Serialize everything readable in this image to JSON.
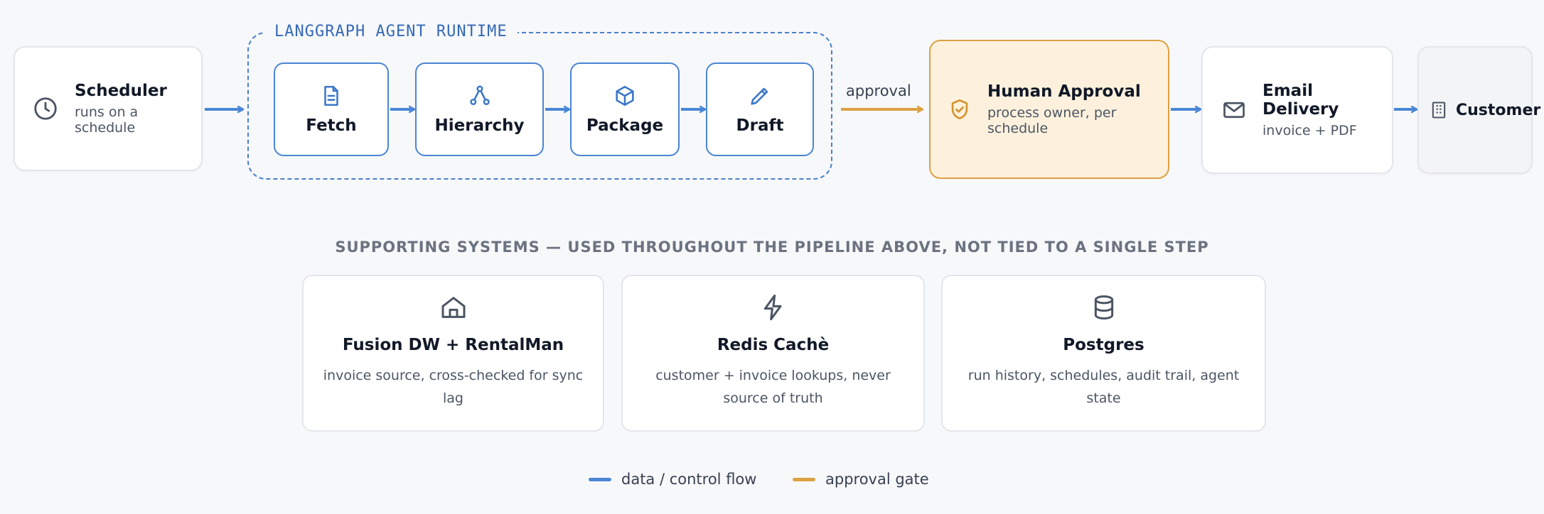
{
  "pipeline": {
    "scheduler": {
      "title": "Scheduler",
      "subtitle": "runs on a schedule",
      "icon": "clock-icon"
    },
    "runtime": {
      "label": "LANGGRAPH AGENT RUNTIME",
      "steps": [
        {
          "label": "Fetch",
          "icon": "document-icon"
        },
        {
          "label": "Hierarchy",
          "icon": "hierarchy-icon"
        },
        {
          "label": "Package",
          "icon": "package-icon"
        },
        {
          "label": "Draft",
          "icon": "pencil-icon"
        }
      ]
    },
    "approval_edge_label": "approval",
    "human_approval": {
      "title": "Human Approval",
      "subtitle": "process owner, per schedule",
      "icon": "shield-check-icon"
    },
    "email_delivery": {
      "title": "Email Delivery",
      "subtitle": "invoice + PDF",
      "icon": "mail-icon"
    },
    "customer": {
      "title": "Customer",
      "icon": "building-icon"
    }
  },
  "supporting": {
    "heading": "SUPPORTING SYSTEMS — USED THROUGHOUT THE PIPELINE ABOVE, NOT TIED TO A SINGLE STEP",
    "systems": [
      {
        "title": "Fusion DW + RentalMan",
        "desc": "invoice source, cross-checked for sync lag",
        "icon": "warehouse-icon"
      },
      {
        "title": "Redis Cachè",
        "desc": "customer + invoice lookups, never source of truth",
        "icon": "lightning-icon"
      },
      {
        "title": "Postgres",
        "desc": "run history, schedules, audit trail, agent state",
        "icon": "database-icon"
      }
    ]
  },
  "legend": {
    "data_flow": "data / control flow",
    "approval_gate": "approval gate"
  },
  "colors": {
    "flow_blue": "#4a86d4",
    "approval_orange": "#dca143",
    "approval_fill": "#fdf1dd",
    "runtime_label": "#3569b9"
  }
}
